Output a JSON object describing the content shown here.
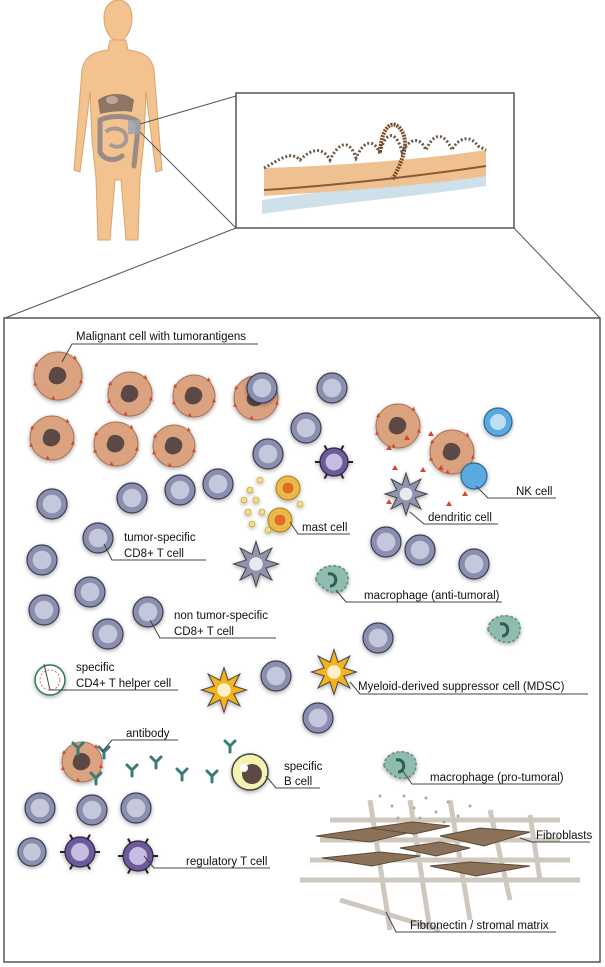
{
  "labels": {
    "malignant": "Malignant cell with tumorantigens",
    "nk": "NK cell",
    "dendritic": "dendritic cell",
    "mast": "mast cell",
    "ts_cd8_1": "tumor-specific",
    "ts_cd8_2": "CD8+ T cell",
    "mac_anti": "macrophage (anti-tumoral)",
    "nts_cd8_1": "non tumor-specific",
    "nts_cd8_2": "CD8+ T cell",
    "cd4_1": "specific",
    "cd4_2": "CD4+ T helper cell",
    "mdsc": "Myeloid-derived suppressor cell (MDSC)",
    "antibody": "antibody",
    "bcell_1": "specific",
    "bcell_2": "B cell",
    "mac_pro": "macrophage (pro-tumoral)",
    "fibroblasts": "Fibroblasts",
    "treg": "regulatory T cell",
    "matrix": "Fibronectin / stromal matrix"
  },
  "colors": {
    "skin": "#f2c28f",
    "tumor_cell": "#dba27f",
    "tumor_nucleus": "#5b4a44",
    "antigen": "#d6462e",
    "t_cell": "#8a8fae",
    "t_cell_inner": "#c5c7dc",
    "nk_cell": "#5aa9df",
    "treg": "#6d5a9b",
    "macrophage": "#8ebdb0",
    "mdsc": "#f2b51c",
    "mast": "#e9b94a",
    "antibody": "#3a7d76",
    "fibroblast": "#8b7157",
    "matrix": "#c9c3b9",
    "frame": "#555555"
  },
  "icons": [
    "human-body-icon",
    "colon-wall-icon"
  ]
}
